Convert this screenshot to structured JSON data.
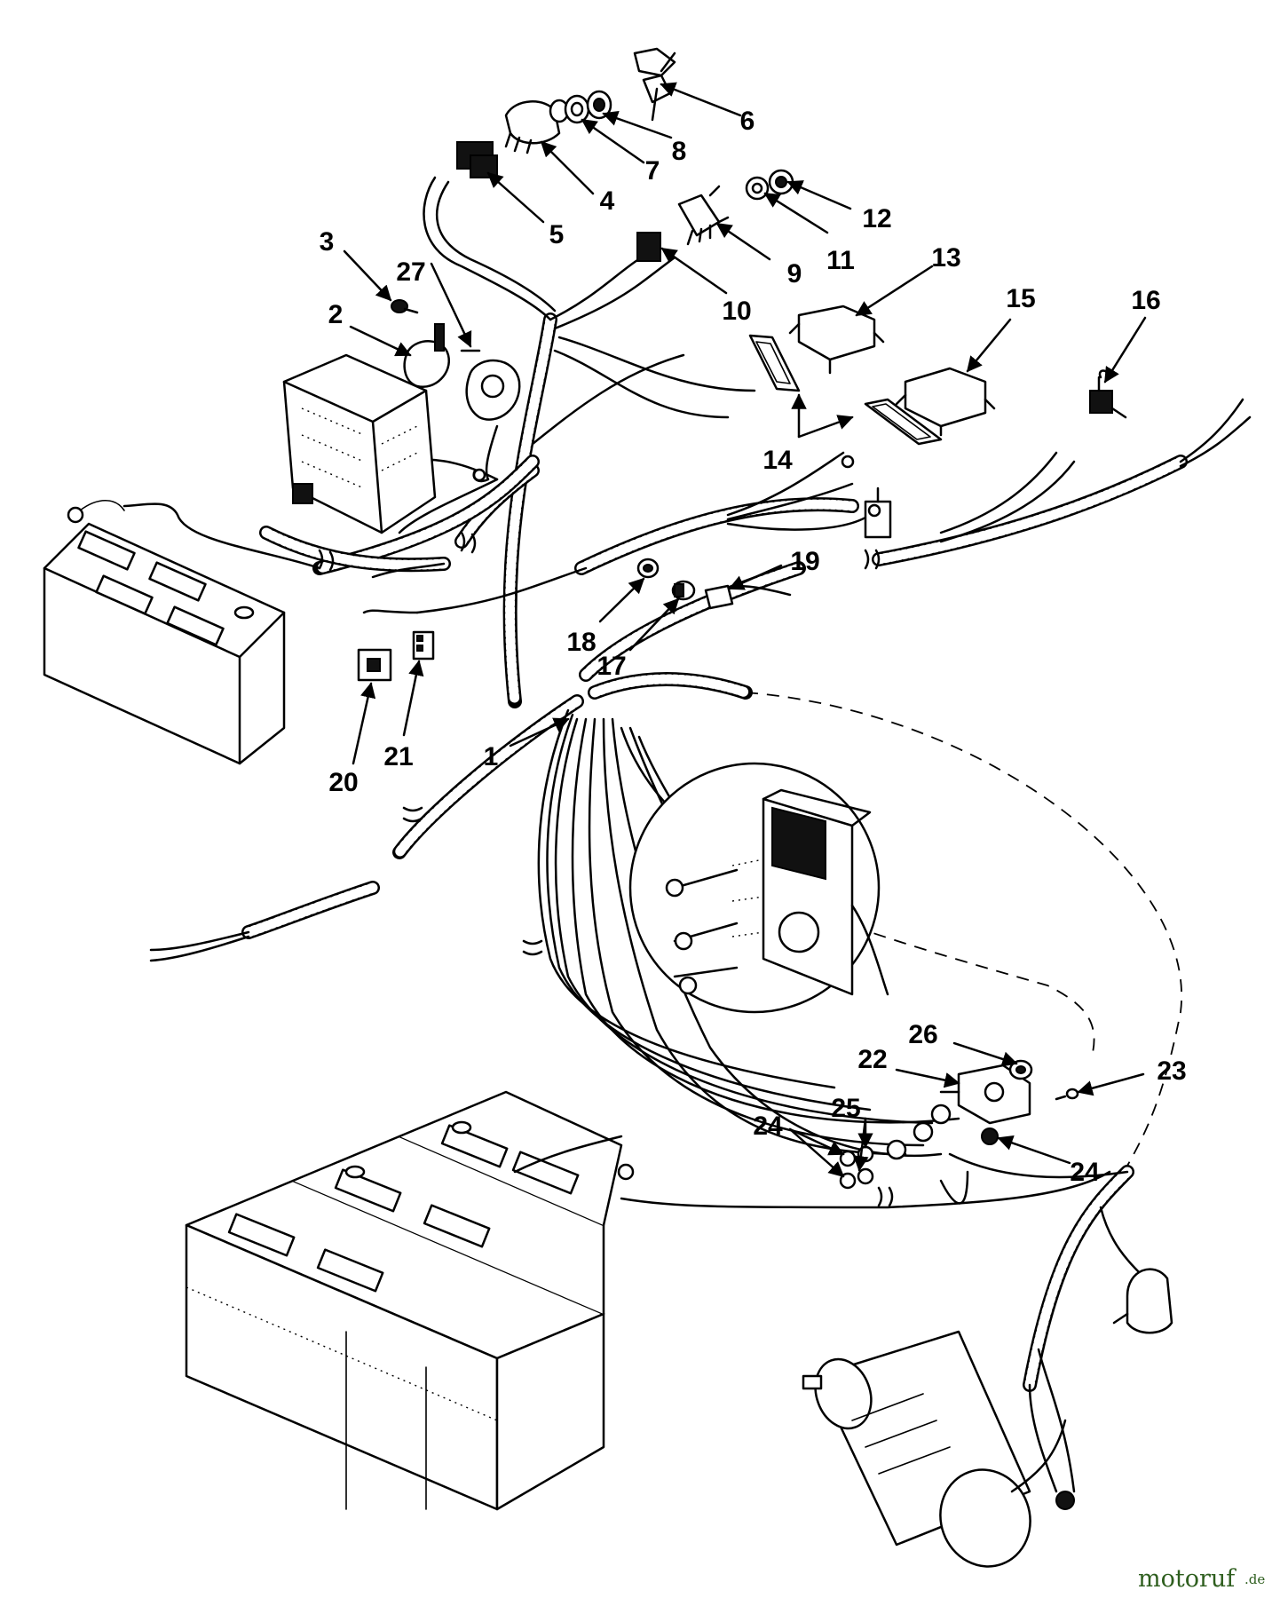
{
  "diagram": {
    "callouts": [
      {
        "id": "c1",
        "text": "1"
      },
      {
        "id": "c2",
        "text": "2"
      },
      {
        "id": "c3",
        "text": "3"
      },
      {
        "id": "c4",
        "text": "4"
      },
      {
        "id": "c5",
        "text": "5"
      },
      {
        "id": "c6",
        "text": "6"
      },
      {
        "id": "c7",
        "text": "7"
      },
      {
        "id": "c8",
        "text": "8"
      },
      {
        "id": "c9",
        "text": "9"
      },
      {
        "id": "c10",
        "text": "10"
      },
      {
        "id": "c11",
        "text": "11"
      },
      {
        "id": "c12",
        "text": "12"
      },
      {
        "id": "c13",
        "text": "13"
      },
      {
        "id": "c14",
        "text": "14"
      },
      {
        "id": "c15",
        "text": "15"
      },
      {
        "id": "c16",
        "text": "16"
      },
      {
        "id": "c17",
        "text": "17"
      },
      {
        "id": "c18",
        "text": "18"
      },
      {
        "id": "c19",
        "text": "19"
      },
      {
        "id": "c20",
        "text": "20"
      },
      {
        "id": "c21",
        "text": "21"
      },
      {
        "id": "c22",
        "text": "22"
      },
      {
        "id": "c23",
        "text": "23"
      },
      {
        "id": "c24a",
        "text": "24"
      },
      {
        "id": "c24b",
        "text": "24"
      },
      {
        "id": "c25",
        "text": "25"
      },
      {
        "id": "c26",
        "text": "26"
      },
      {
        "id": "c27",
        "text": "27"
      }
    ]
  },
  "watermark": {
    "text": "motoruf",
    "suffix": ".de",
    "color_main": "#2e5e1e",
    "color_accent": "#c0392b"
  }
}
